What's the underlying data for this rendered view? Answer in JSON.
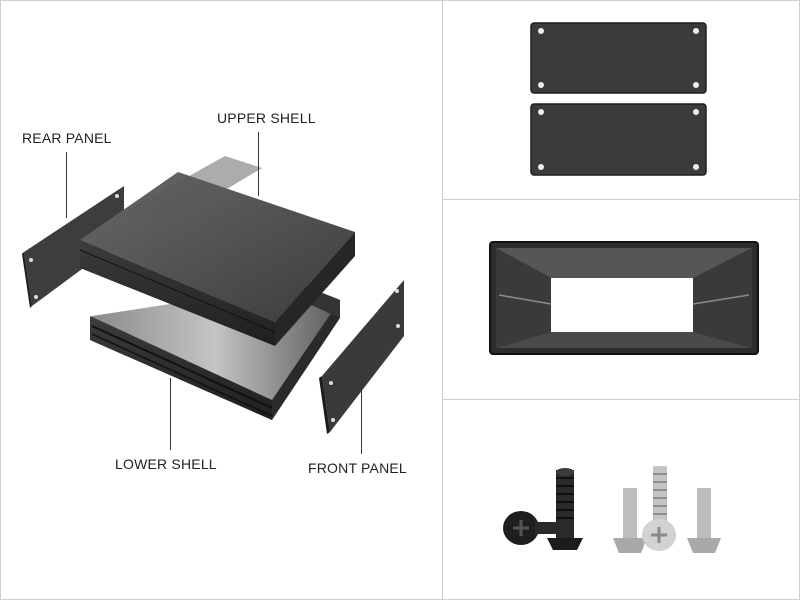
{
  "labels": {
    "rear_panel": "REAR PANEL",
    "upper_shell": "UPPER SHELL",
    "lower_shell": "LOWER SHELL",
    "front_panel": "FRONT PANEL"
  },
  "colors": {
    "metal_dark": "#2b2b2b",
    "metal_mid": "#4a4a4a",
    "metal_light": "#7a7a7a",
    "steel": "#c9c9c9",
    "divider": "#cfcfcf"
  }
}
